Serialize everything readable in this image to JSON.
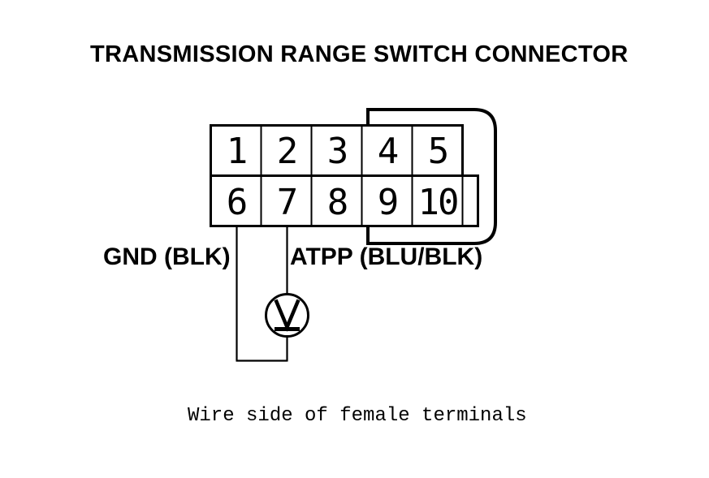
{
  "title": "TRANSMISSION RANGE SWITCH CONNECTOR",
  "connector": {
    "rows": [
      {
        "pins": [
          "1",
          "2",
          "3",
          "4",
          "5"
        ]
      },
      {
        "pins": [
          "6",
          "7",
          "8",
          "9",
          "10"
        ]
      }
    ]
  },
  "wires": {
    "pin6_label": "GND (BLK)",
    "pin7_label": "ATPP (BLU/BLK)"
  },
  "caption": "Wire side of female terminals",
  "icons": {
    "ground_symbol": "circle containing underlined V (ground / voltage test point)"
  },
  "colors": {
    "line": "#000000",
    "background": "#ffffff"
  }
}
